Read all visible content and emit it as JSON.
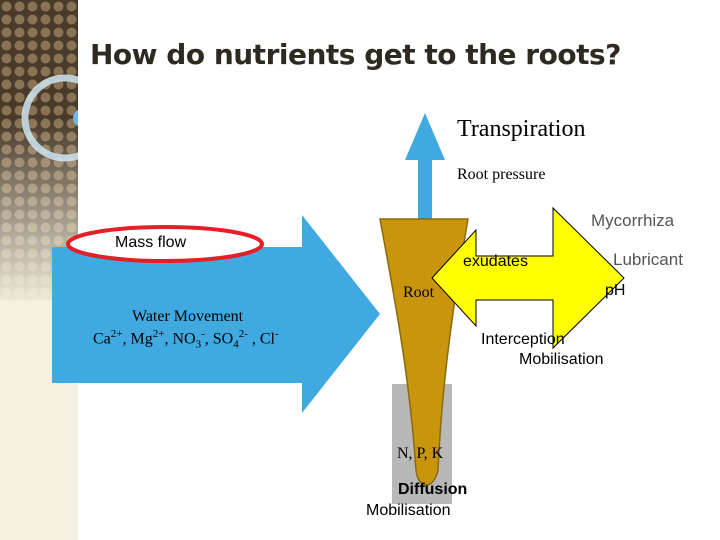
{
  "title": "How do nutrients get to the roots?",
  "labels": {
    "transpiration": "Transpiration",
    "root_pressure": "Root  pressure",
    "mycorrhiza": "Mycorrhiza",
    "mass_flow": "Mass flow",
    "exudates": "exudates",
    "lubricant": "Lubricant",
    "root": "Root",
    "ph": "pH",
    "water_movement": "Water Movement",
    "interception": "Interception",
    "mobilisation_right": "Mobilisation",
    "npk": "N, P, K",
    "diffusion": "Diffusion",
    "mobilisation_bottom": "Mobilisation"
  },
  "ions": {
    "ca": "Ca",
    "ca_charge": "2+",
    "sep1": ", ",
    "mg": "Mg",
    "mg_charge": "2+",
    "sep2": ", ",
    "no": "NO",
    "no_sub": "3",
    "no_charge": "-",
    "sep3": ", ",
    "so": "SO",
    "so_sub": "4",
    "so_charge": "2-",
    "sep4": " , ",
    "cl": "Cl",
    "cl_charge": "-"
  },
  "colors": {
    "blue_arrow": "#3fa9e0",
    "root": "#c8950c",
    "root_outline": "#8a6a10",
    "yellow_arrow": "#ffff00",
    "gray_zone": "#b8b8b8",
    "red_ellipse": "#e32028",
    "sidebar": "#f4f1e2"
  }
}
